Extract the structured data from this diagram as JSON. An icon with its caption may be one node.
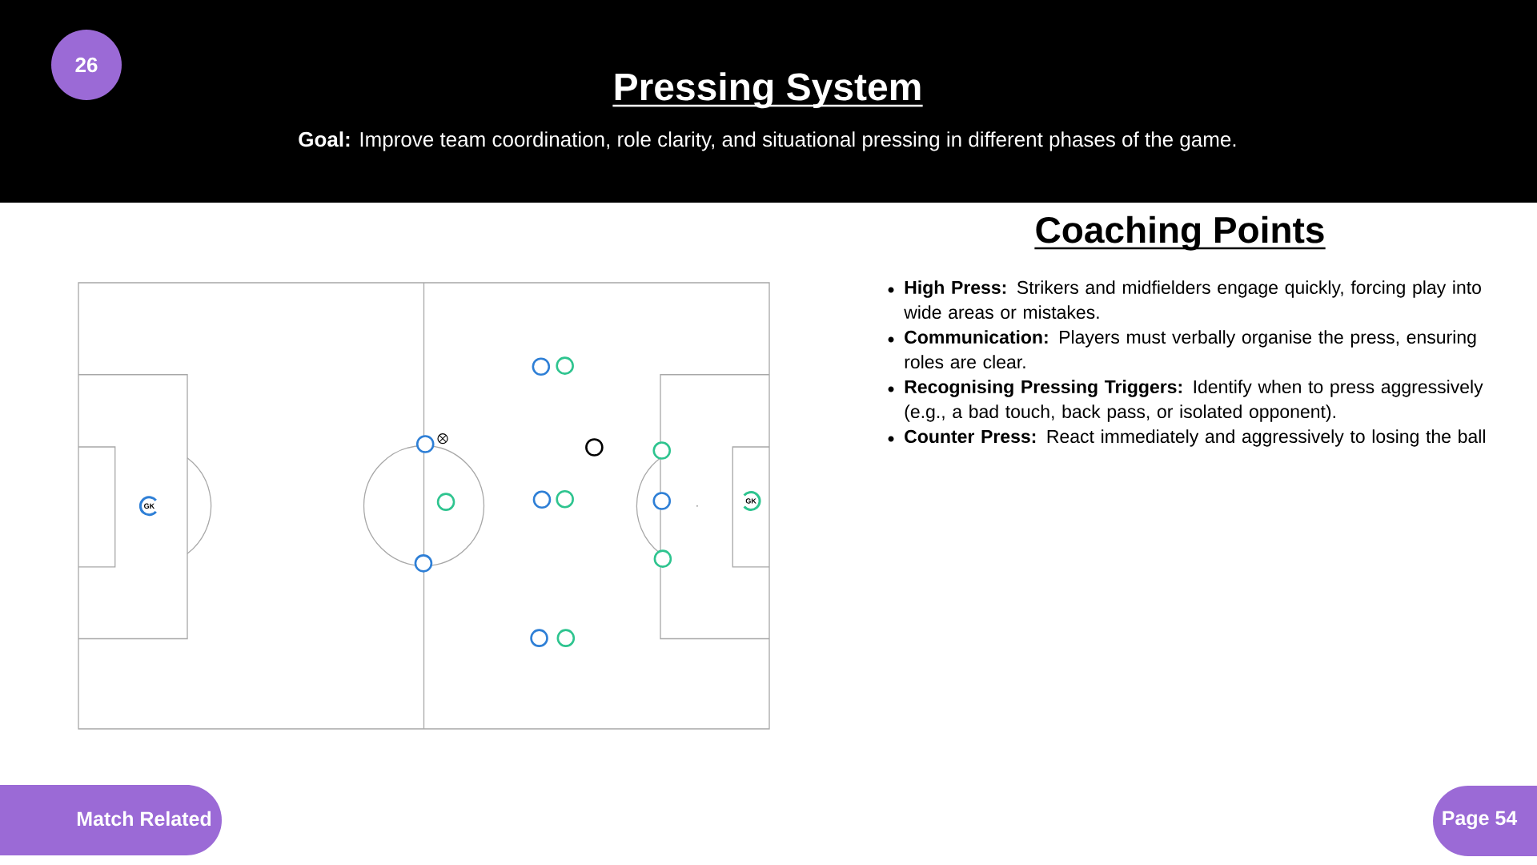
{
  "diagram": {
    "title": "Pressing System",
    "nodes": [
      {
        "text": [
          "26"
        ]
      },
      {
        "text": [
          "Match Related"
        ]
      },
      {
        "text": [
          "Page 54"
        ]
      }
    ],
    "labels": [
      "**Goal:** Improve team coordination, role clarity, and situational pressing in different phases of the game.",
      "Coaching Points",
      "**High Press:** Strikers and midfielders engage quickly, forcing play into wide areas or mistakes.",
      "**Communication:** Players must verbally organise the press, ensuring roles are clear.",
      "**Recognising Pressing Triggers:** Identify when to press aggressively (e.g., a bad touch, back pass, or isolated opponent).",
      "**Counter Press:**   React immediately and aggressively to losing the ball",
      "GK",
      "GK"
    ]
  }
}
